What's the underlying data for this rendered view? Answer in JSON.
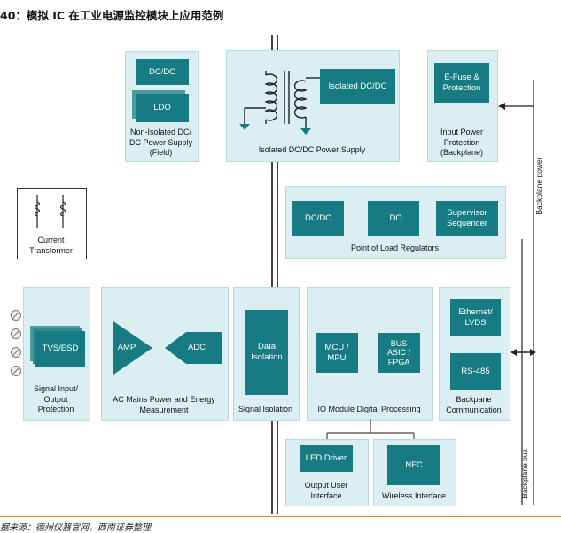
{
  "header": {
    "title": "40：模拟 IC 在工业电源监控模块上应用范例"
  },
  "footer": {
    "source": "据来源：德州仪器官网，西南证券整理"
  },
  "blocks": {
    "non_isolated": {
      "dcdc": "DC/DC",
      "ldo": "LDO",
      "caption": "Non-Isolated DC/\nDC Power Supply\n(Field)"
    },
    "isolated": {
      "box": "Isolated DC/DC",
      "caption": "Isolated DC/DC Power Supply"
    },
    "input_power": {
      "box": "E-Fuse &\nProtection",
      "caption": "Input Power\nProtection\n(Backplane)"
    },
    "current_transformer": {
      "caption": "Current\nTransformer"
    },
    "pol": {
      "dcdc": "DC/DC",
      "ldo": "LDO",
      "supervisor": "Supervisor\nSequencer",
      "caption": "Point of Load Regulators"
    },
    "signal_input": {
      "box": "TVS/ESD",
      "caption": "Signal Input/\nOutput\nProtection"
    },
    "ac_mains": {
      "amp": "AMP",
      "adc": "ADC",
      "caption": "AC Mains Power and Energy\nMeasurement"
    },
    "signal_isolation": {
      "box": "Data\nIsolation",
      "caption": "Signal Isolation"
    },
    "io_module": {
      "mcu": "MCU /\nMPU",
      "bus": "BUS\nASIC /\nFPGA",
      "caption": "IO Module Digital Processing"
    },
    "backpane": {
      "ethernet": "Ethernet/\nLVDS",
      "rs485": "RS-485",
      "caption": "Backpane\nCommunication"
    },
    "output_user": {
      "box": "LED Driver",
      "caption": "Output User\nInterface"
    },
    "wireless": {
      "box": "NFC",
      "caption": "Wireless Interface"
    },
    "backplane_labels": {
      "power": "Backplane power",
      "bus": "Backplane bus"
    }
  },
  "colors": {
    "box_fill": "#167b83",
    "panel_fill": "#dbeff3",
    "rule": "#e08a2c"
  }
}
